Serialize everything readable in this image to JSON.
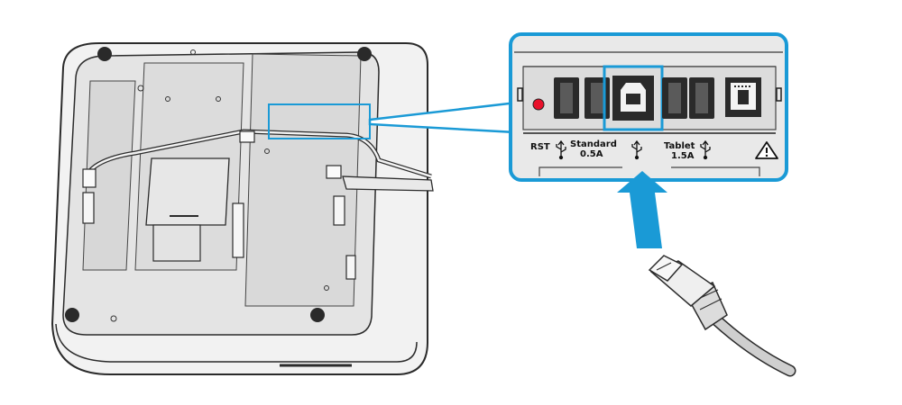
{
  "colors": {
    "accent": "#1a9ad6",
    "device_fill": "#f2f2f2",
    "device_stroke": "#2b2b2b",
    "panel_fill": "#e6e6e6",
    "port_dark": "#2a2a2a",
    "reset_led": "#e8102a",
    "cable_gray": "#cfcfcf"
  },
  "callout": {
    "labels": {
      "rst": "RST",
      "standard": "Standard",
      "standard_current": "0.5A",
      "tablet": "Tablet",
      "tablet_current": "1.5A"
    },
    "icons": [
      "usb-icon",
      "usb-icon",
      "usb-icon",
      "warning-icon"
    ]
  },
  "arrow": {
    "direction": "up",
    "target": "usb-b-port"
  },
  "cable": {
    "connector": "usb-b-plug"
  }
}
